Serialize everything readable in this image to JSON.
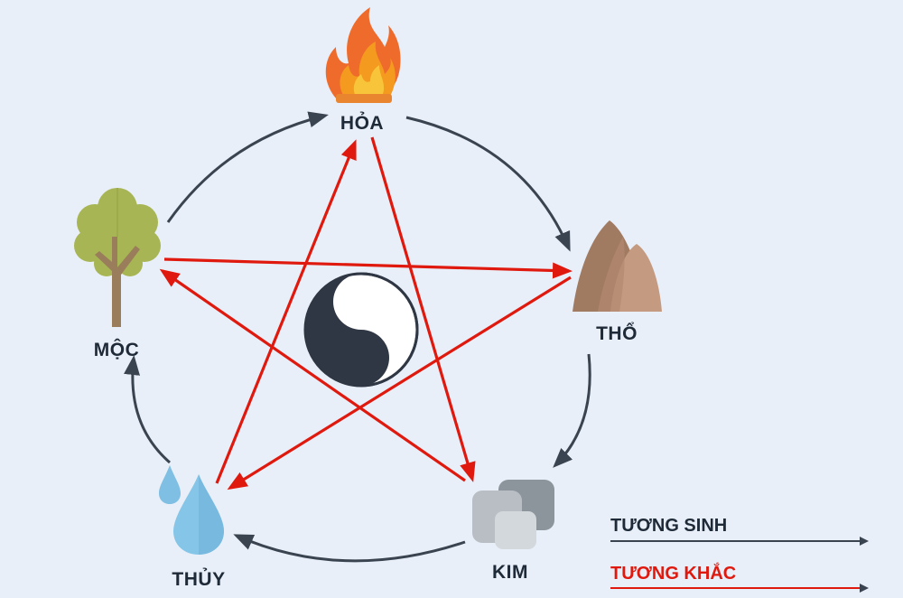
{
  "elements": {
    "hoa": "HỎA",
    "tho": "THỔ",
    "kim": "KIM",
    "thuy": "THỦY",
    "moc": "MỘC"
  },
  "legend": {
    "sinh": "TƯƠNG SINH",
    "khac": "TƯƠNG KHẮC"
  },
  "colors": {
    "background": "#e8eff8",
    "sinh_arrow": "#3a4350",
    "khac_arrow": "#e0190f",
    "yin_yang": "#2f3744"
  }
}
